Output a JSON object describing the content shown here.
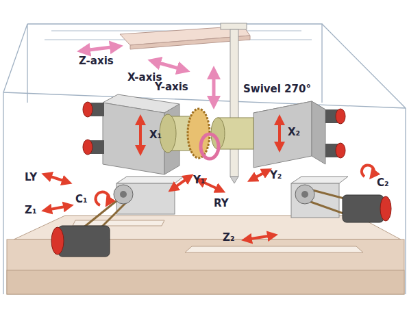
{
  "diagram": {
    "labels": [
      "Z-axis",
      "X-axis",
      "Y-axis",
      "Swivel 270°",
      "X₁",
      "X₂",
      "Y₁",
      "Y₂",
      "LY",
      "C₁",
      "Z₁",
      "RY",
      "C₂",
      "Z₂"
    ]
  }
}
